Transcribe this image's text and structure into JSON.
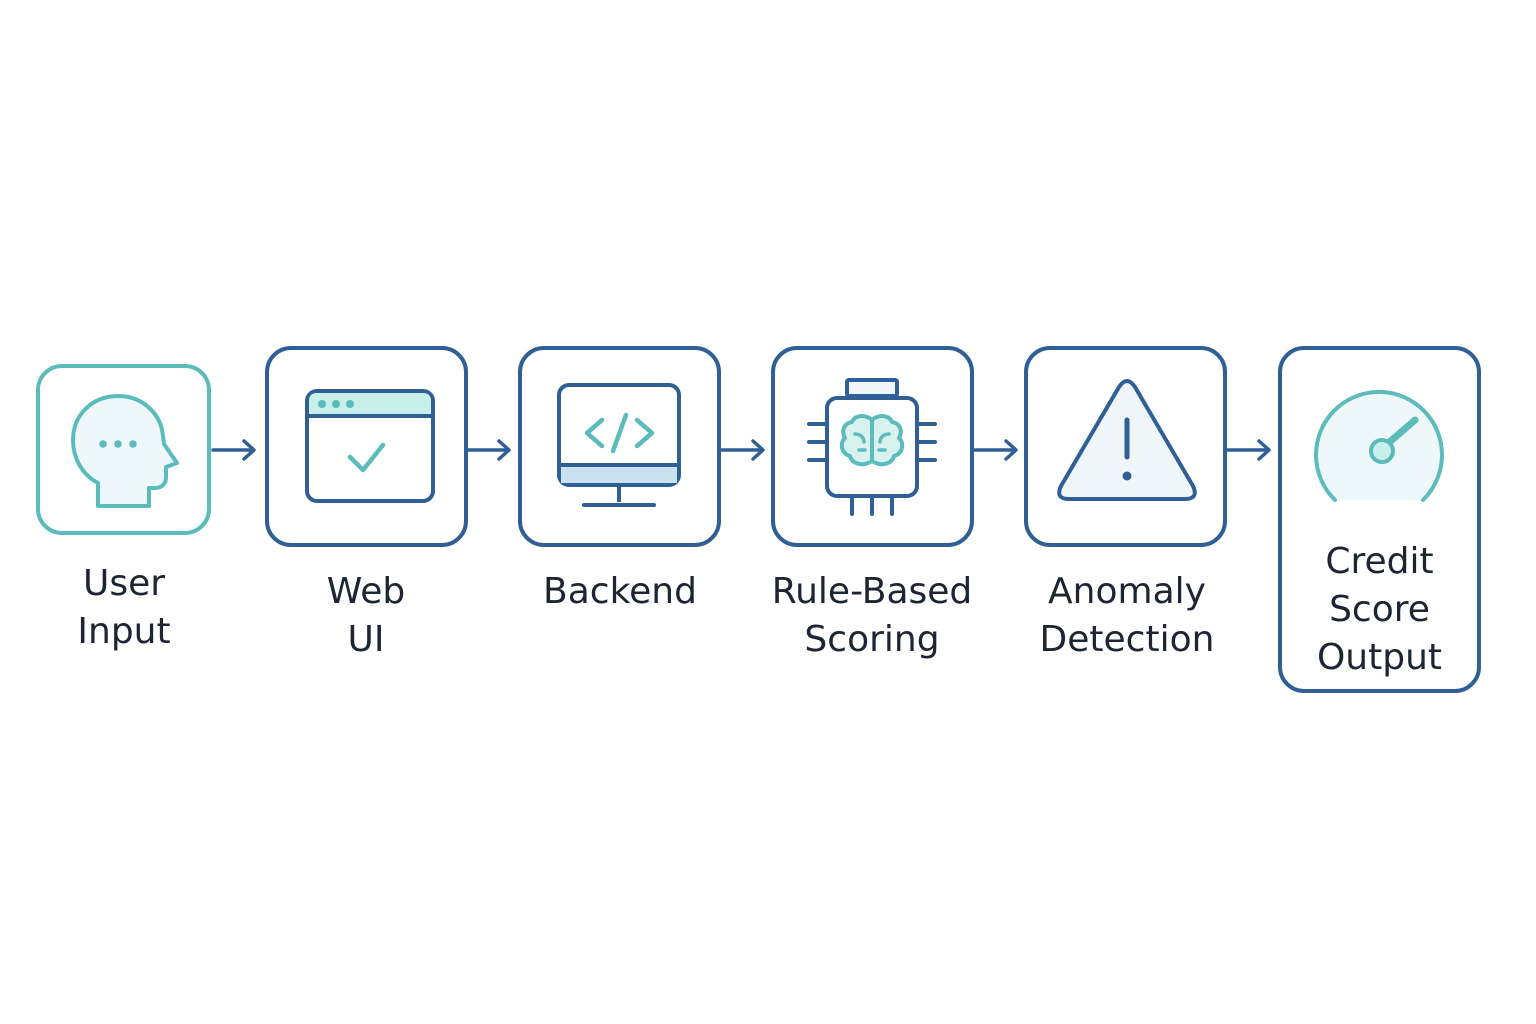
{
  "colors": {
    "navy": "#2f5f95",
    "teal": "#5cbcbc",
    "teal_light": "#c9efea",
    "fill_light": "#eef6fa",
    "text": "#1f2433"
  },
  "steps": [
    {
      "icon": "user-head-icon",
      "lines": [
        "User",
        "Input"
      ]
    },
    {
      "icon": "browser-check-icon",
      "lines": [
        "Web",
        "UI"
      ]
    },
    {
      "icon": "monitor-code-icon",
      "lines": [
        "Backend"
      ]
    },
    {
      "icon": "chip-brain-icon",
      "lines": [
        "Rule-Based",
        "Scoring"
      ]
    },
    {
      "icon": "warning-triangle-icon",
      "lines": [
        "Anomaly",
        "Detection"
      ]
    },
    {
      "icon": "gauge-icon",
      "lines": [
        "Credit",
        "Score",
        "Output"
      ]
    }
  ]
}
